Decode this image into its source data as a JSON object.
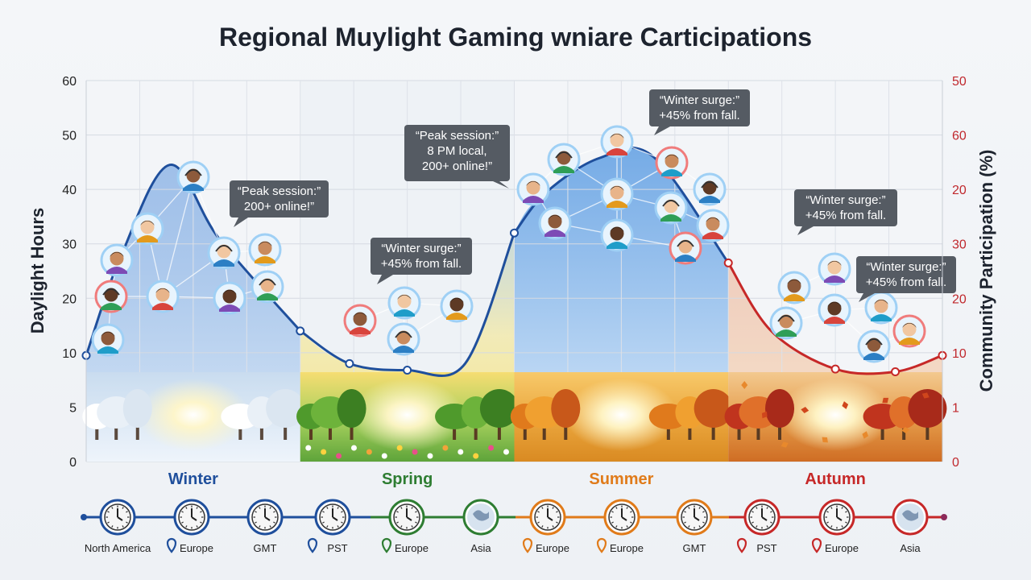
{
  "title": "Regional Muylight Gaming wniare Carticipations",
  "colors": {
    "winter": "#1f4f9c",
    "spring": "#2e7d32",
    "summer": "#e07b1a",
    "autumn": "#c62828",
    "right_axis": "#c0282d",
    "bubble": "#555b63"
  },
  "chart_data": {
    "type": "line",
    "title": "Regional Muylight Gaming wniare Carticipations",
    "ylabel": "Daylight Hours",
    "y2label": "Community Participation (%)",
    "grid": true,
    "left_axis": {
      "tick_labels": [
        "0",
        "5",
        "10",
        "20",
        "30",
        "40",
        "50",
        "60"
      ]
    },
    "right_axis": {
      "tick_labels": [
        "0",
        "1",
        "10",
        "20",
        "30",
        "20",
        "60",
        "50"
      ]
    },
    "tick_index_x": [
      0,
      1,
      2,
      3,
      4,
      5,
      6,
      7
    ],
    "categories": [
      "Winter",
      "Spring",
      "Summer",
      "Autumn"
    ],
    "series": [
      {
        "season": "Winter",
        "points": [
          [
            0.0,
            1.95
          ],
          [
            0.16,
            3.75
          ],
          [
            0.39,
            5.45
          ],
          [
            0.62,
            4.1
          ],
          [
            1.0,
            2.4
          ]
        ]
      },
      {
        "season": "Spring",
        "points": [
          [
            1.0,
            2.4
          ],
          [
            1.23,
            1.8
          ],
          [
            1.5,
            1.68
          ],
          [
            1.77,
            1.8
          ],
          [
            2.0,
            4.2
          ]
        ]
      },
      {
        "season": "Summer",
        "points": [
          [
            2.0,
            4.2
          ],
          [
            2.15,
            4.95
          ],
          [
            2.4,
            5.58
          ],
          [
            2.65,
            5.6
          ],
          [
            3.0,
            3.65
          ]
        ]
      },
      {
        "season": "Autumn",
        "points": [
          [
            3.0,
            3.65
          ],
          [
            3.2,
            2.4
          ],
          [
            3.5,
            1.7
          ],
          [
            3.78,
            1.65
          ],
          [
            4.0,
            1.95
          ]
        ]
      }
    ],
    "annotations": [
      {
        "id": "a1",
        "lines": [
          "“Peak session:”",
          "200+ online!”"
        ]
      },
      {
        "id": "a2",
        "lines": [
          "“Winter surge:”",
          "+45% from fall."
        ]
      },
      {
        "id": "a3",
        "lines": [
          "“Peak session:”",
          "8 PM local,",
          "200+ online!”"
        ]
      },
      {
        "id": "a4",
        "lines": [
          "“Winter surge:”",
          "+45% from fall."
        ]
      },
      {
        "id": "a5",
        "lines": [
          "“Winter surge:”",
          "+45% from fall."
        ]
      },
      {
        "id": "a6",
        "lines": [
          "“Winter surge:”",
          "+45% from fall."
        ]
      }
    ]
  },
  "timezones": [
    {
      "label": "North America",
      "pin": false,
      "season": "winter"
    },
    {
      "label": "Europe",
      "pin": true,
      "season": "winter"
    },
    {
      "label": "GMT",
      "pin": false,
      "season": "winter"
    },
    {
      "label": "PST",
      "pin": true,
      "season": "winter"
    },
    {
      "label": "Europe",
      "pin": true,
      "season": "spring"
    },
    {
      "label": "Asia",
      "pin": false,
      "season": "spring"
    },
    {
      "label": "Europe",
      "pin": true,
      "season": "summer"
    },
    {
      "label": "Europe",
      "pin": true,
      "season": "summer"
    },
    {
      "label": "GMT",
      "pin": false,
      "season": "summer"
    },
    {
      "label": "PST",
      "pin": true,
      "season": "autumn"
    },
    {
      "label": "Europe",
      "pin": true,
      "season": "autumn"
    },
    {
      "label": "Asia",
      "pin": false,
      "season": "autumn"
    }
  ]
}
